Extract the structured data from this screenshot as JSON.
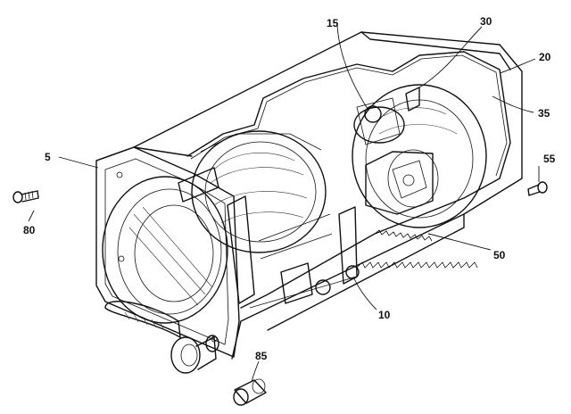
{
  "labels": [
    {
      "id": "5",
      "text": "5"
    },
    {
      "id": "10",
      "text": "10"
    },
    {
      "id": "15",
      "text": "15"
    },
    {
      "id": "20",
      "text": "20"
    },
    {
      "id": "30",
      "text": "30"
    },
    {
      "id": "35",
      "text": "35"
    },
    {
      "id": "50",
      "text": "50"
    },
    {
      "id": "55",
      "text": "55"
    },
    {
      "id": "80",
      "text": "80"
    },
    {
      "id": "85",
      "text": "85"
    }
  ],
  "colors": {
    "ink": "#111111",
    "paper": "#ffffff"
  }
}
